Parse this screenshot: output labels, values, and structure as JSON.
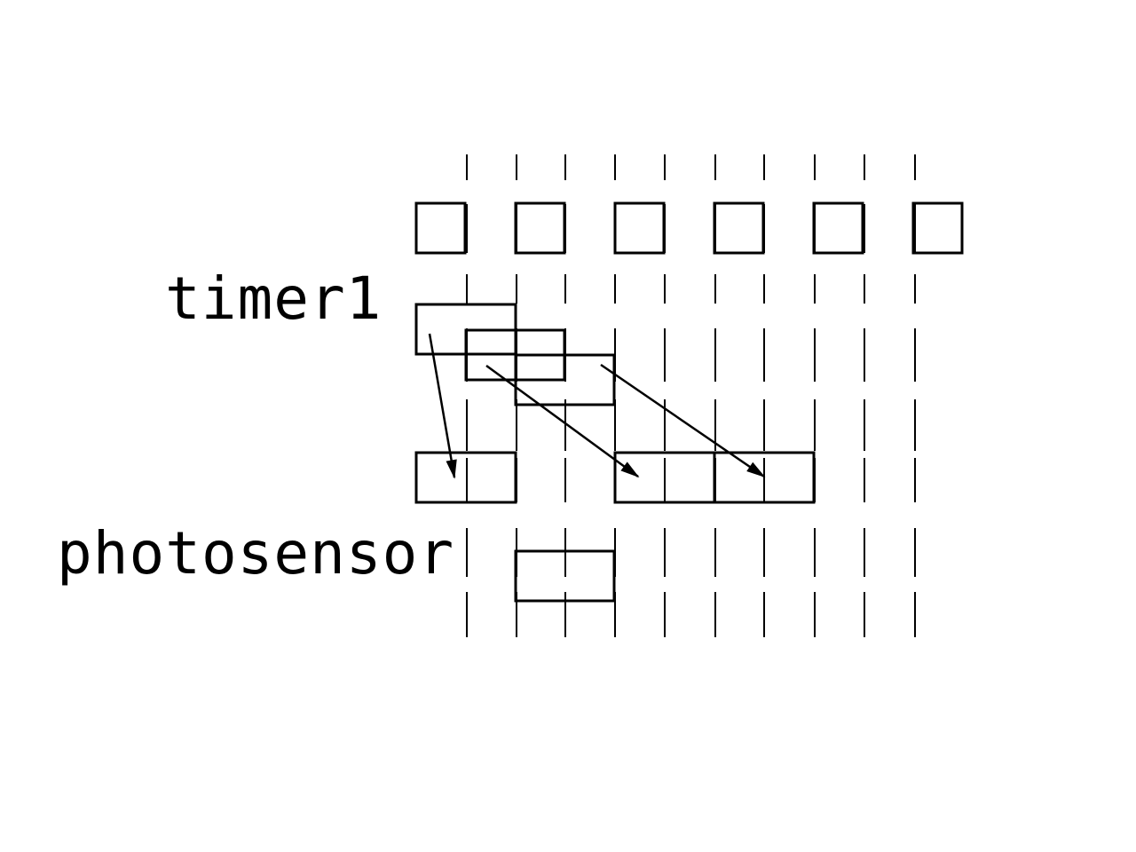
{
  "labels": {
    "timer1": "timer1",
    "photosensor": "photosensor"
  },
  "diagram": {
    "line_color": "#000000",
    "background_color": "#ffffff",
    "clock_slots": 6,
    "timer1_blocks": 3,
    "trigger_blocks": 3,
    "photosensor_blocks": 1,
    "arrows": 3
  }
}
